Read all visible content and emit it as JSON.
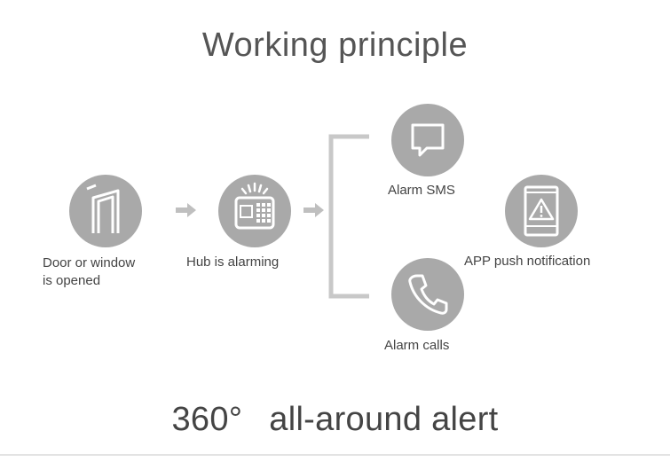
{
  "title": "Working principle",
  "steps": {
    "door": {
      "label_line1": "Door or window",
      "label_line2": "is opened",
      "icon": "door-frame-icon"
    },
    "hub": {
      "label": "Hub is alarming",
      "icon": "alarm-hub-icon"
    },
    "sms": {
      "label": "Alarm SMS",
      "icon": "chat-bubble-icon"
    },
    "calls": {
      "label": "Alarm calls",
      "icon": "phone-handset-icon"
    },
    "app": {
      "label": "APP push notification",
      "icon": "phone-warning-icon"
    }
  },
  "tagline": {
    "number": "360°",
    "text": "all-around alert"
  },
  "colors": {
    "circle": "#a9a9a9",
    "connector": "#c8c8c8",
    "text": "#444444"
  }
}
